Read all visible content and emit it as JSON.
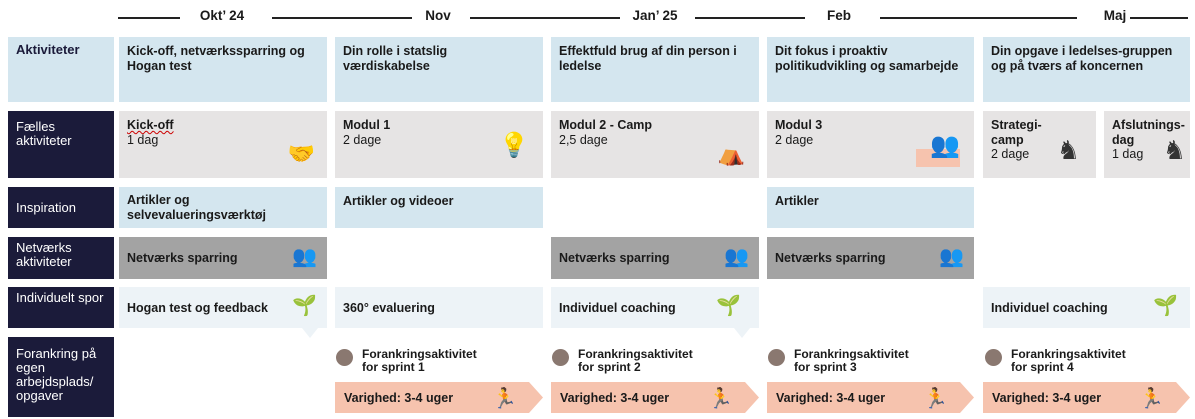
{
  "timeline": [
    "Okt’ 24",
    "Nov",
    "Jan’ 25",
    "Feb",
    "Maj"
  ],
  "rows": {
    "r1": "Aktiviteter",
    "r2": "Fælles aktiviteter",
    "r3": "Inspiration",
    "r4": "Netværks aktiviteter",
    "r5": "Individuelt spor",
    "r6": "Forankring på egen arbejdsplads/ opgaver"
  },
  "aktiviteter": [
    "Kick-off, netværkssparring og Hogan test",
    "Din rolle i statslig værdiskabelse",
    "Effektfuld brug af din person i ledelse",
    "Dit fokus i proaktiv politikudvikling og samarbejde",
    "Din opgave i ledelses-gruppen og på tværs af koncernen"
  ],
  "faelles": [
    {
      "title": "Kick-off",
      "sub": "1 dag",
      "icon": "handshake-icon"
    },
    {
      "title": "Modul 1",
      "sub": "2 dage",
      "icon": "idea-group-icon"
    },
    {
      "title": "Modul 2 - Camp",
      "sub": "2,5 dage",
      "icon": "tent-icon"
    },
    {
      "title": "Modul 3",
      "sub": "2 dage",
      "icon": "meeting-table-icon"
    },
    {
      "title": "Strategi-camp",
      "sub": "2 dage",
      "icon": "chess-knight-icon"
    },
    {
      "title": "Afslutnings-dag",
      "sub": "1 dag",
      "icon": "chess-knight-icon"
    }
  ],
  "inspiration": [
    "Artikler og selvevalueringsværktøj",
    "Artikler og videoer",
    "Artikler"
  ],
  "netvaerk": [
    "Netværks sparring",
    "Netværks sparring",
    "Netværks sparring"
  ],
  "individuelt": [
    "Hogan test og feedback",
    "360° evaluering",
    "Individuel coaching",
    "Individuel coaching"
  ],
  "forankring": [
    {
      "title": "Forankringsaktivitet for sprint 1",
      "duration": "Varighed: 3-4 uger"
    },
    {
      "title": "Forankringsaktivitet for sprint 2",
      "duration": "Varighed: 3-4 uger"
    },
    {
      "title": "Forankringsaktivitet for sprint 3",
      "duration": "Varighed: 3-4 uger"
    },
    {
      "title": "Forankringsaktivitet for sprint 4",
      "duration": "Varighed: 3-4 uger"
    }
  ]
}
